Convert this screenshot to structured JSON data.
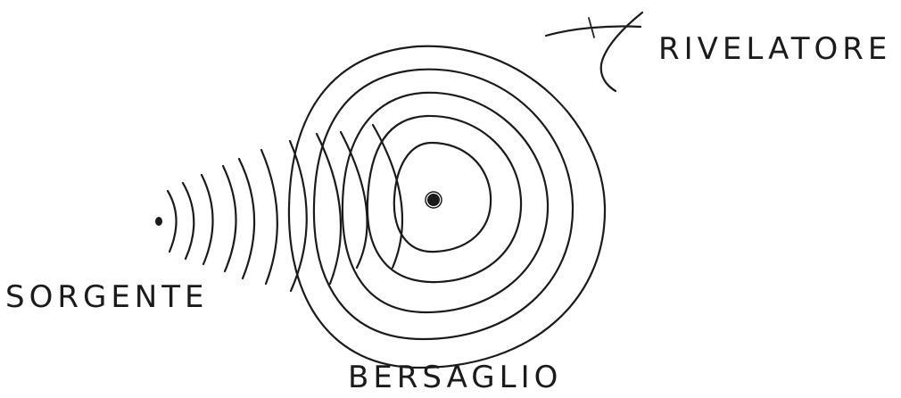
{
  "labels": {
    "source": "SORGENTE",
    "target": "BERSAGLIO",
    "detector": "RIVELATORE"
  },
  "icons": {
    "source": "source-point-icon",
    "target": "target-point-icon",
    "detector": "detector-icon"
  },
  "colors": {
    "ink": "#1b1b1b",
    "paper": "#ffffff"
  }
}
